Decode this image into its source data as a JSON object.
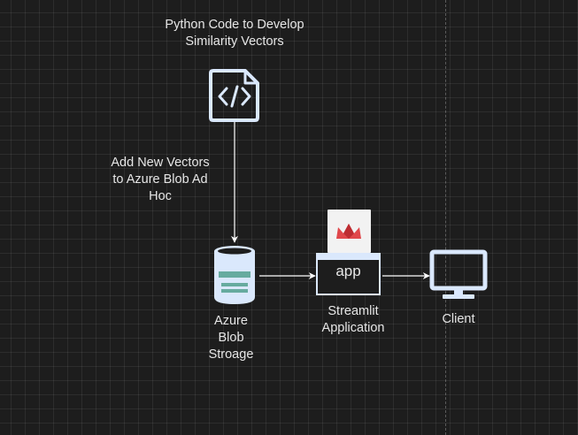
{
  "nodes": {
    "python_code": {
      "label": "Python Code to Develop\nSimilarity Vectors",
      "icon": "code-file-icon"
    },
    "azure_blob": {
      "label": "Azure\nBlob\nStroage",
      "icon": "database-cylinder-icon"
    },
    "streamlit": {
      "box_text": "app",
      "label": "Streamlit\nApplication",
      "icon": "streamlit-crown-icon"
    },
    "client": {
      "label": "Client",
      "icon": "monitor-icon"
    }
  },
  "edges": [
    {
      "from": "python_code",
      "to": "azure_blob",
      "label": "Add New Vectors\nto Azure Blob Ad\nHoc"
    },
    {
      "from": "azure_blob",
      "to": "streamlit",
      "label": ""
    },
    {
      "from": "streamlit",
      "to": "client",
      "label": ""
    }
  ],
  "colors": {
    "background": "#1d1d1d",
    "icon_stroke": "#dae8fc",
    "edge": "#ffffff",
    "text": "#e6e6e6",
    "db_stripes": "#67ab9f",
    "streamlit_logo": "#e0474b"
  }
}
